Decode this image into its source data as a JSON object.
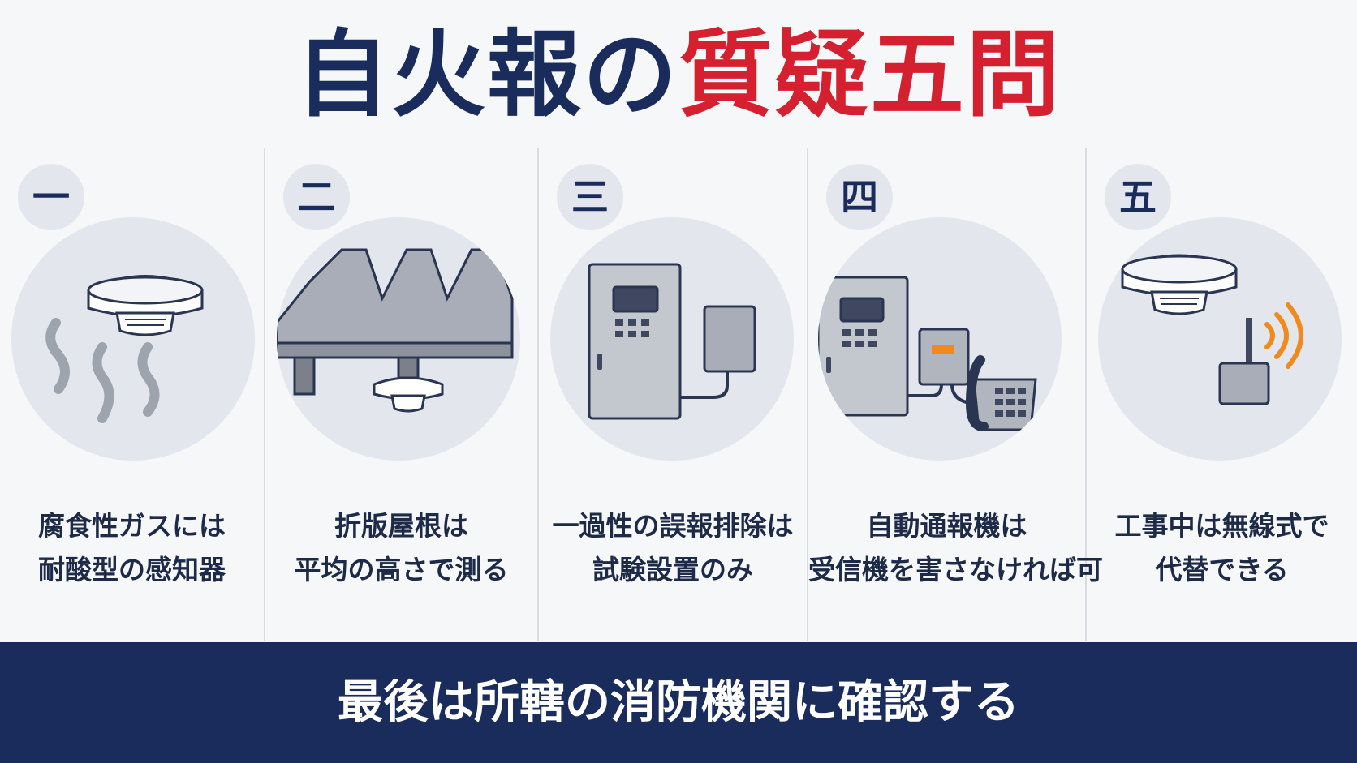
{
  "title": {
    "part1": "自火報の",
    "part2": "質疑五問"
  },
  "colors": {
    "navy": "#1a2c5b",
    "red": "#d52030",
    "orange": "#f08a1c",
    "circle_bg": "#e3e6ec"
  },
  "panels": [
    {
      "number": "一",
      "icon": "smoke-detector-with-corrosive-gas-icon",
      "line1": "腐食性ガスには",
      "line2": "耐酸型の感知器"
    },
    {
      "number": "二",
      "icon": "folded-plate-roof-detector-icon",
      "line1": "折版屋根は",
      "line2": "平均の高さで測る"
    },
    {
      "number": "三",
      "icon": "control-panel-with-accumulator-unit-icon",
      "line1": "一過性の誤報排除は",
      "line2": "試験設置のみ"
    },
    {
      "number": "四",
      "icon": "control-panel-with-auto-dialer-telephone-icon",
      "line1": "自動通報機は",
      "line2": "受信機を害さなければ可"
    },
    {
      "number": "五",
      "icon": "wireless-detector-with-transmitter-icon",
      "line1": "工事中は無線式で",
      "line2": "代替できる"
    }
  ],
  "footer": {
    "text": "最後は所轄の消防機関に確認する"
  }
}
